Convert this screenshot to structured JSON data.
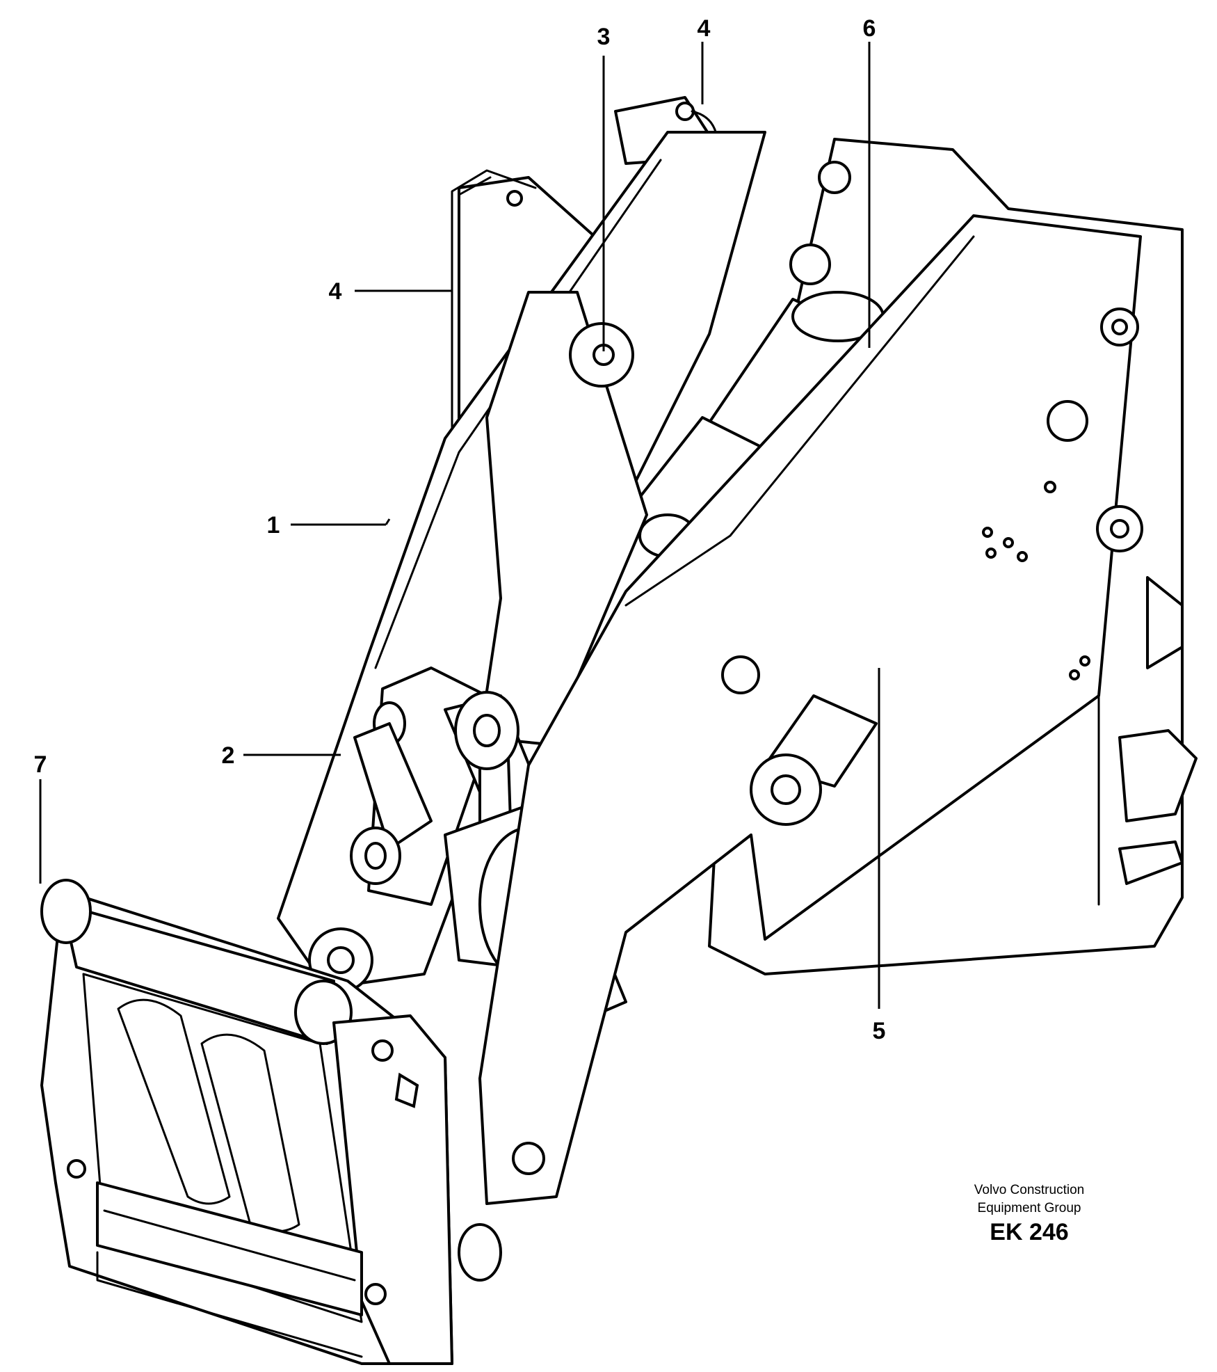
{
  "callouts": [
    {
      "num": "1"
    },
    {
      "num": "2"
    },
    {
      "num": "3"
    },
    {
      "num": "4"
    },
    {
      "num": "4"
    },
    {
      "num": "5"
    },
    {
      "num": "6"
    },
    {
      "num": "7"
    }
  ],
  "caption": {
    "line1": "Volvo Construction",
    "line2": "Equipment Group",
    "code": "EK 246"
  }
}
